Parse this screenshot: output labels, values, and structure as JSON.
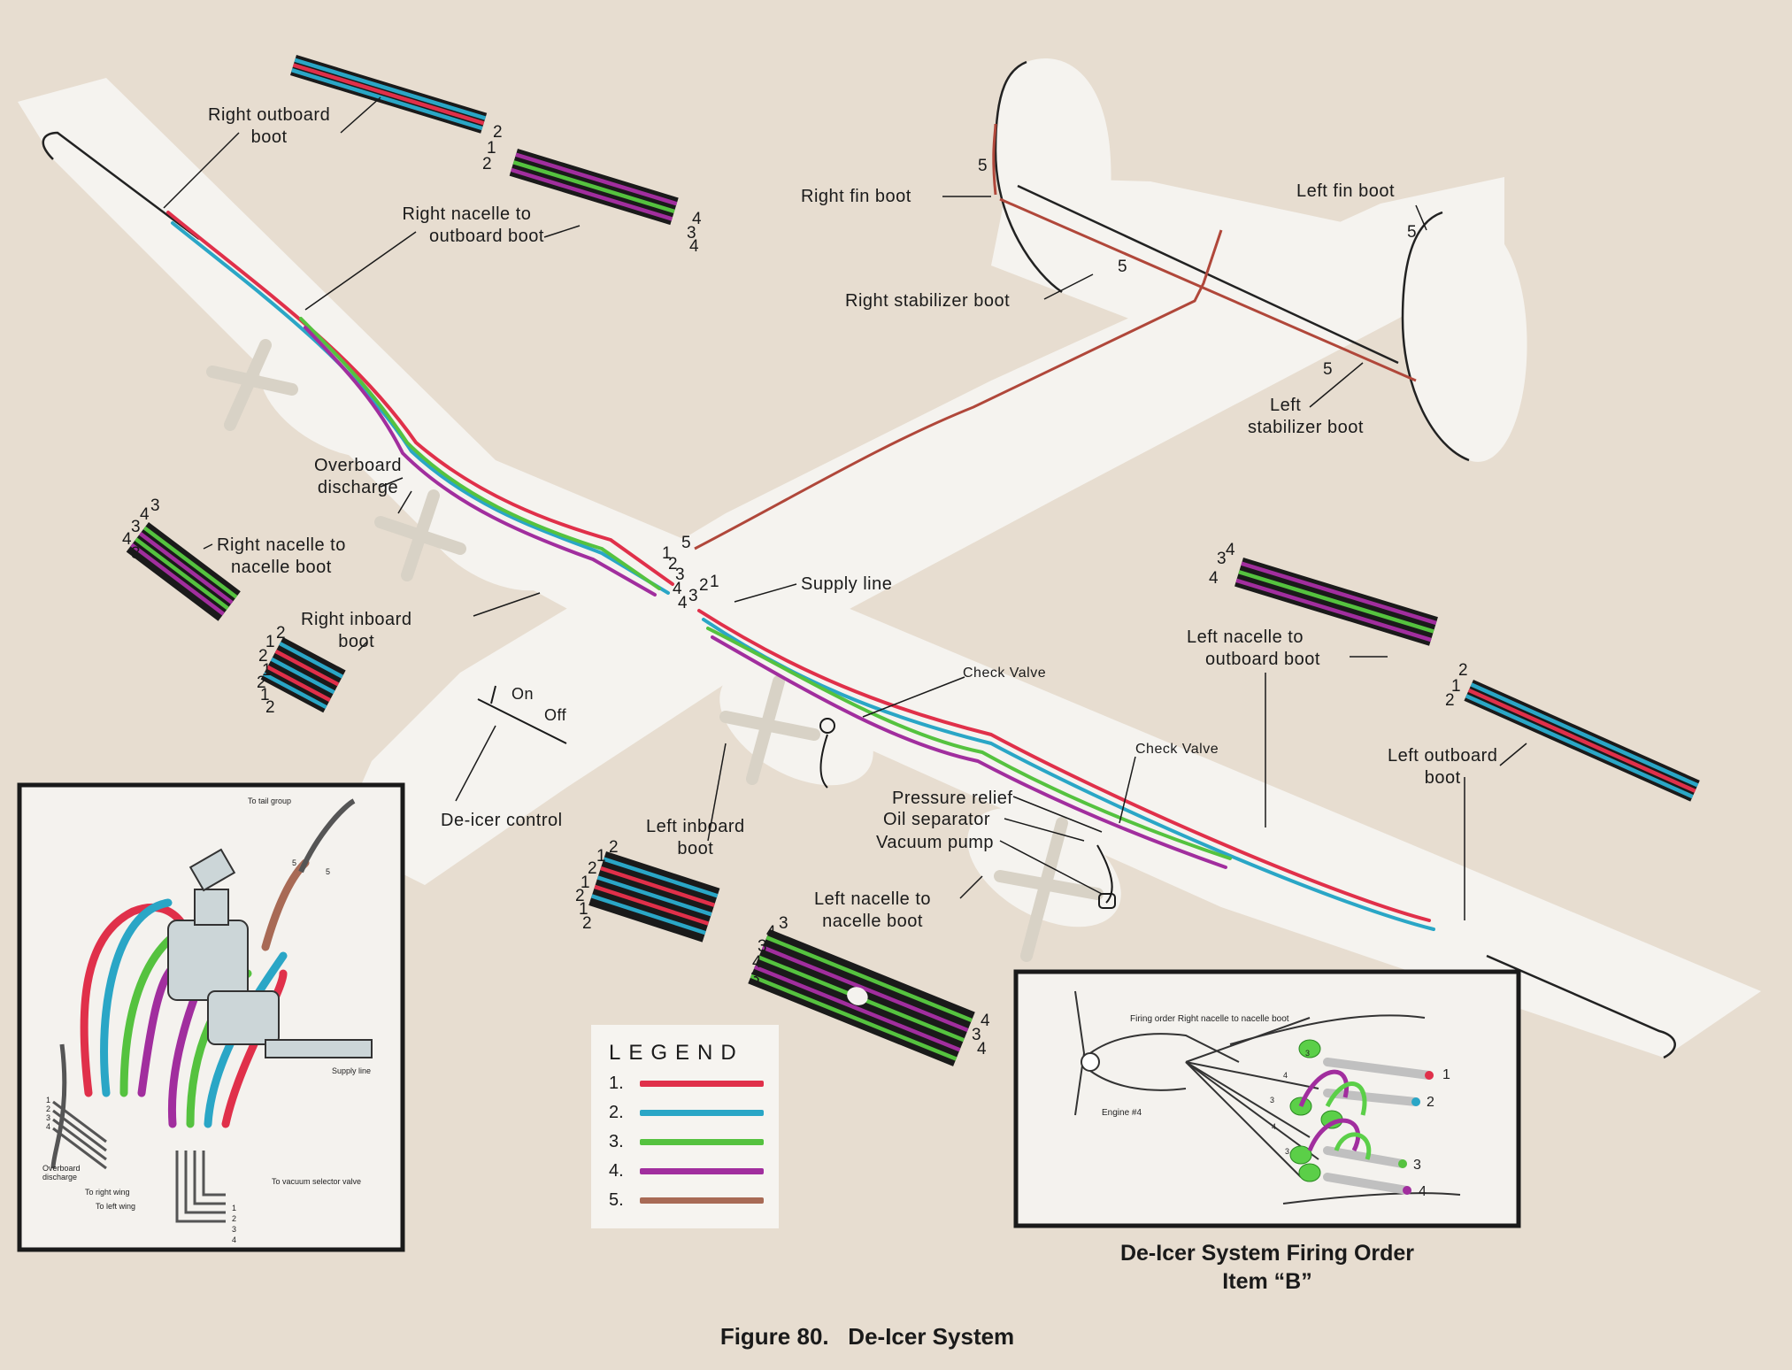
{
  "labels": {
    "right_outboard": [
      "Right outboard",
      "boot"
    ],
    "right_nacelle_outboard": [
      "Right nacelle to",
      "outboard boot"
    ],
    "right_fin": "Right fin boot",
    "left_fin": "Left fin boot",
    "right_stab": "Right stabilizer boot",
    "left_stab": [
      "Left",
      "stabilizer boot"
    ],
    "overboard": [
      "Overboard",
      "discharge"
    ],
    "right_nacelle_nacelle": [
      "Right nacelle to",
      "nacelle boot"
    ],
    "right_inboard": [
      "Right inboard",
      "boot"
    ],
    "on": "On",
    "off": "Off",
    "deicer_control": "De-icer control",
    "supply_line": "Supply line",
    "check_valve_1": "Check Valve",
    "check_valve_2": "Check Valve",
    "pressure_relief": "Pressure relief",
    "oil_separator": "Oil separator",
    "vacuum_pump": "Vacuum pump",
    "left_nacelle_outboard": [
      "Left nacelle to",
      "outboard boot"
    ],
    "left_outboard": [
      "Left outboard",
      "boot"
    ],
    "left_inboard": [
      "Left inboard",
      "boot"
    ],
    "left_nacelle_nacelle": [
      "Left nacelle to",
      "nacelle boot"
    ]
  },
  "numbers": {
    "ro": [
      "2",
      "1",
      "2"
    ],
    "rno": [
      "4",
      "3",
      "4"
    ],
    "fin": "5",
    "stab": "5",
    "rnn": [
      "3",
      "4",
      "3",
      "4",
      "3"
    ],
    "ri": [
      "2",
      "1",
      "2",
      "1",
      "2",
      "1",
      "2"
    ],
    "junction_right": [
      "5",
      "1",
      "2",
      "3",
      "4"
    ],
    "junction_left": [
      "4",
      "3",
      "2",
      "1"
    ],
    "lno": [
      "3",
      "4",
      "4"
    ],
    "lo": [
      "2",
      "1",
      "2"
    ],
    "li": [
      "2",
      "1",
      "2",
      "1",
      "2",
      "1",
      "2"
    ],
    "lnn_top": [
      "3",
      "4",
      "3",
      "4",
      "3"
    ],
    "lnn_bottom": [
      "4",
      "3",
      "4"
    ]
  },
  "legend": {
    "title": "LEGEND",
    "items": [
      {
        "n": "1.",
        "color": "#e0304a"
      },
      {
        "n": "2.",
        "color": "#2aa6c6"
      },
      {
        "n": "3.",
        "color": "#55c23f"
      },
      {
        "n": "4.",
        "color": "#a12e9e"
      },
      {
        "n": "5.",
        "color": "#a86a55"
      }
    ]
  },
  "inset_left": {
    "to_tail": "To tail group",
    "supply": "Supply line",
    "overboard": "Overboard discharge",
    "right_wing": "To right wing",
    "left_wing": "To left wing",
    "vacuum": "To vacuum selector valve",
    "nums": [
      "1",
      "2",
      "3",
      "4"
    ],
    "tail_nums": [
      "5",
      "5"
    ]
  },
  "inset_right": {
    "heading": "Firing order  Right nacelle to nacelle boot",
    "engine": "Engine #4",
    "fan": [
      "3",
      "4",
      "3",
      "4",
      "3"
    ],
    "tips": [
      "1",
      "2",
      "3",
      "4"
    ]
  },
  "captions": {
    "inset_line1": "De-Icer System Firing Order",
    "inset_line2": "Item “B”",
    "figure": "Figure 80.   De-Icer System"
  }
}
